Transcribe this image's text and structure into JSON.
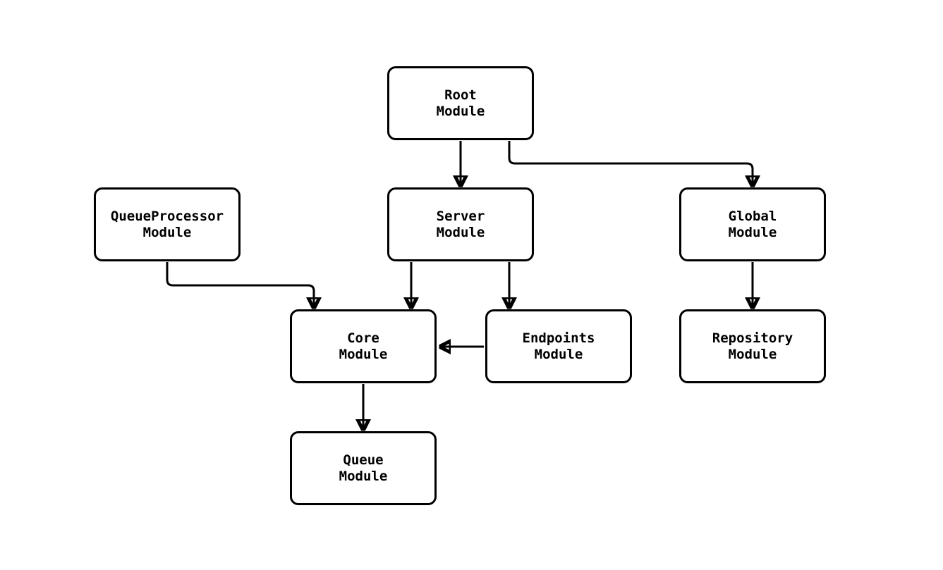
{
  "colors": {
    "bg": "#ffffff",
    "stroke": "#000000"
  },
  "diagram": {
    "type": "module-dependency-graph",
    "nodes": [
      {
        "id": "root",
        "line1": "Root",
        "line2": "Module"
      },
      {
        "id": "queueprocessor",
        "line1": "QueueProcessor",
        "line2": "Module"
      },
      {
        "id": "server",
        "line1": "Server",
        "line2": "Module"
      },
      {
        "id": "global",
        "line1": "Global",
        "line2": "Module"
      },
      {
        "id": "core",
        "line1": "Core",
        "line2": "Module"
      },
      {
        "id": "endpoints",
        "line1": "Endpoints",
        "line2": "Module"
      },
      {
        "id": "repository",
        "line1": "Repository",
        "line2": "Module"
      },
      {
        "id": "queue",
        "line1": "Queue",
        "line2": "Module"
      }
    ],
    "edges": [
      {
        "from": "root",
        "to": "server",
        "style": "straight-down"
      },
      {
        "from": "root",
        "to": "global",
        "style": "elbow-right-down"
      },
      {
        "from": "queueprocessor",
        "to": "core",
        "style": "elbow-right-down"
      },
      {
        "from": "server",
        "to": "core",
        "style": "straight-down"
      },
      {
        "from": "server",
        "to": "endpoints",
        "style": "straight-down"
      },
      {
        "from": "endpoints",
        "to": "core",
        "style": "straight-left"
      },
      {
        "from": "global",
        "to": "repository",
        "style": "straight-down"
      },
      {
        "from": "core",
        "to": "queue",
        "style": "straight-down"
      }
    ]
  }
}
